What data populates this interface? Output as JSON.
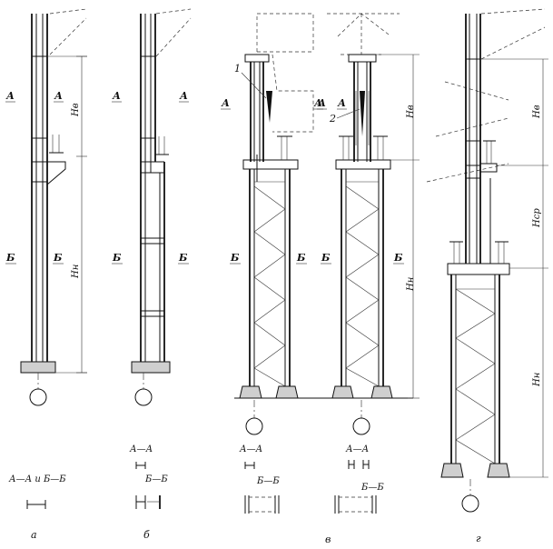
{
  "figure": {
    "variants": [
      {
        "caption": "а",
        "section_labels": {
          "upper_left": "А",
          "upper_right": "А",
          "lower_left": "Б",
          "lower_right": "Б"
        },
        "dims": {
          "upper": "Hв",
          "lower": "Hн"
        },
        "sections": {
          "title": "А—А и Б—Б"
        }
      },
      {
        "caption": "б",
        "section_labels": {
          "upper_left": "А",
          "upper_right": "А",
          "lower_left": "Б",
          "lower_right": "Б"
        },
        "sections": {
          "aa": "А—А",
          "bb": "Б—Б"
        }
      },
      {
        "caption": "в",
        "section_labels": {
          "upper_left": "А",
          "upper_right": "А",
          "lower_left": "Б",
          "lower_right": "Б"
        },
        "callout": "1",
        "sections": {
          "aa": "А—А",
          "bb": "Б—Б"
        }
      },
      {
        "section_labels": {
          "upper_left": "А",
          "upper_right": "А",
          "lower_left": "Б",
          "lower_right": "Б"
        },
        "callout": "2",
        "dims": {
          "upper": "Hв",
          "lower": "Hн"
        },
        "sections": {
          "aa": "А—А",
          "bb": "Б—Б"
        }
      },
      {
        "caption": "г",
        "dims": {
          "upper": "Hв",
          "middle": "Hср",
          "lower": "Hн"
        }
      }
    ]
  }
}
